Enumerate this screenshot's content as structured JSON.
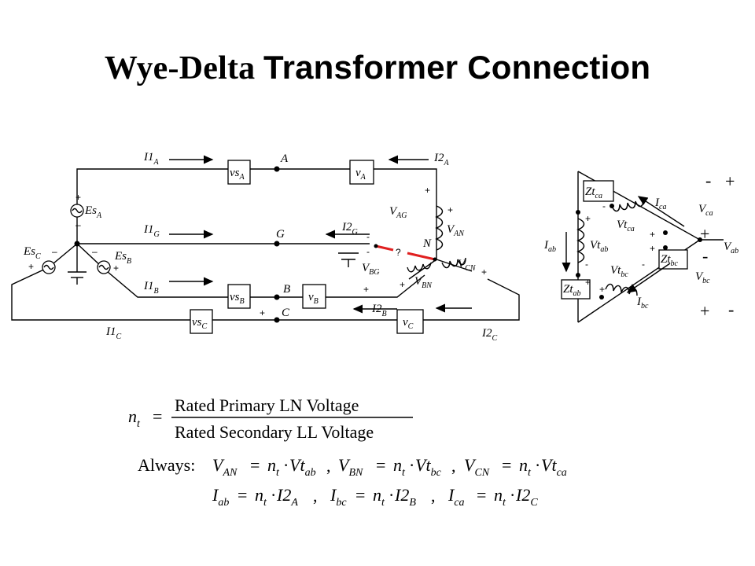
{
  "title": {
    "part1": "Wye-Delta",
    "part2": "Transformer Connection"
  },
  "labels": {
    "I1A_base": "I1",
    "I1A_sub": "A",
    "I2A_base": "I2",
    "I2A_sub": "A",
    "I1G_base": "I1",
    "I1G_sub": "G",
    "I2G_base": "I2",
    "I2G_sub": "G",
    "I1B_base": "I1",
    "I1B_sub": "B",
    "I2B_base": "I2",
    "I2B_sub": "B",
    "I1C_base": "I1",
    "I1C_sub": "C",
    "I2C_base": "I2",
    "I2C_sub": "C",
    "vsA_base": "vs",
    "vsA_sub": "A",
    "vsB_base": "vs",
    "vsB_sub": "B",
    "vsC_base": "vs",
    "vsC_sub": "C",
    "vA_base": "v",
    "vA_sub": "A",
    "vB_base": "v",
    "vB_sub": "B",
    "vC_base": "v",
    "vC_sub": "C",
    "nodeA": "A",
    "nodeG": "G",
    "nodeB": "B",
    "nodeC": "C",
    "nodeN": "N",
    "EsA_base": "Es",
    "EsA_sub": "A",
    "EsB_base": "Es",
    "EsB_sub": "B",
    "EsC_base": "Es",
    "EsC_sub": "C",
    "VAG_base": "V",
    "VAG_sub": "AG",
    "VBG_base": "V",
    "VBG_sub": "BG",
    "VAN_base": "V",
    "VAN_sub": "AN",
    "VBN_base": "V",
    "VBN_sub": "BN",
    "VCN_base": "V",
    "VCN_sub": "CN",
    "question": "?",
    "Ztca_base": "Zt",
    "Ztca_sub": "ca",
    "Ztab_base": "Zt",
    "Ztab_sub": "ab",
    "Ztbc_base": "Zt",
    "Ztbc_sub": "bc",
    "Ica_base": "I",
    "Ica_sub": "ca",
    "Iab_base": "I",
    "Iab_sub": "ab",
    "Ibc_base": "I",
    "Ibc_sub": "bc",
    "Vtca_base": "Vt",
    "Vtca_sub": "ca",
    "Vtab_base": "Vt",
    "Vtab_sub": "ab",
    "Vtbc_base": "Vt",
    "Vtbc_sub": "bc",
    "Vca_base": "V",
    "Vca_sub": "ca",
    "Vab_base": "V",
    "Vab_sub": "ab",
    "Vbc_base": "V",
    "Vbc_sub": "bc",
    "plus": "+",
    "minus": "-",
    "minus_long": "–"
  },
  "equations": {
    "nt_base": "n",
    "nt_sub": "t",
    "equals": "=",
    "numerator": "Rated Primary LN Voltage",
    "denominator": "Rated Secondary LL Voltage",
    "always": "Always:",
    "line1": [
      {
        "lhs_b": "V",
        "lhs_s": "AN",
        "rhs_b": "Vt",
        "rhs_s": "ab"
      },
      {
        "lhs_b": "V",
        "lhs_s": "BN",
        "rhs_b": "Vt",
        "rhs_s": "bc"
      },
      {
        "lhs_b": "V",
        "lhs_s": "CN",
        "rhs_b": "Vt",
        "rhs_s": "ca"
      }
    ],
    "line2": [
      {
        "lhs_b": "I",
        "lhs_s": "ab",
        "rhs_b": "I2",
        "rhs_s": "A"
      },
      {
        "lhs_b": "I",
        "lhs_s": "bc",
        "rhs_b": "I2",
        "rhs_s": "B"
      },
      {
        "lhs_b": "I",
        "lhs_s": "ca",
        "rhs_b": "I2",
        "rhs_s": "C"
      }
    ]
  },
  "colors": {
    "wire": "#000000",
    "jumper": "#e02020"
  }
}
